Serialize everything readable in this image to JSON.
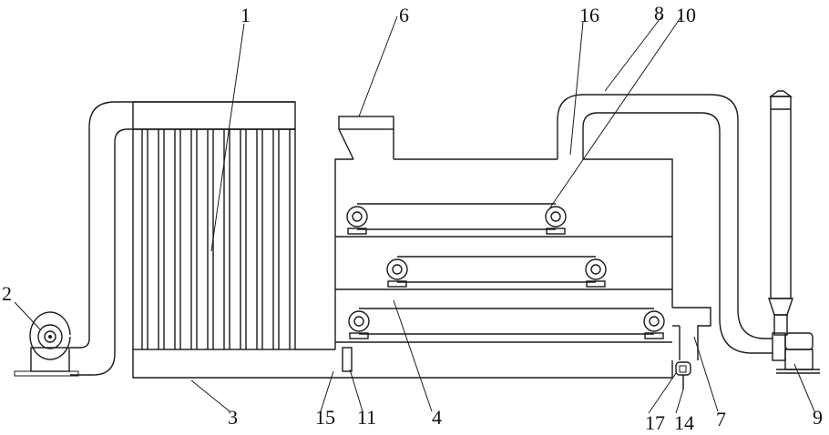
{
  "labels": {
    "l1": "1",
    "l2": "2",
    "l3": "3",
    "l4": "4",
    "l6": "6",
    "l7": "7",
    "l8": "8",
    "l9": "9",
    "l10": "10",
    "l11": "11",
    "l14": "14",
    "l15": "15",
    "l16": "16",
    "l17": "17"
  },
  "colors": {
    "line": "#1a1a1a",
    "background": "#ffffff"
  }
}
